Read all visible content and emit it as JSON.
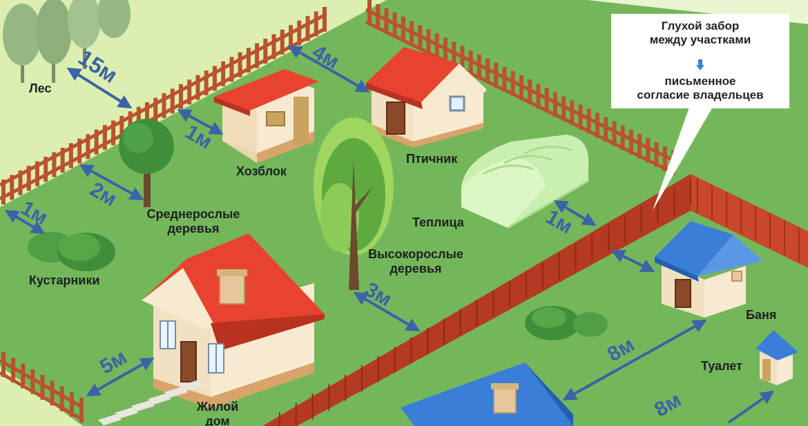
{
  "labels": {
    "forest": "Лес",
    "shed": "Хозблок",
    "poultry": "Птичник",
    "medium_trees": [
      "Среднерослые",
      "деревья"
    ],
    "tall_trees": [
      "Высокорослые",
      "деревья"
    ],
    "greenhouse": "Теплица",
    "shrubs": "Кустарники",
    "house": [
      "Жилой",
      "дом"
    ],
    "bath": "Баня",
    "toilet": "Туалет"
  },
  "distances": {
    "forest": "15м",
    "poultry": "4м",
    "shed": "1м",
    "medium_trees": "2м",
    "shrubs": "1м",
    "greenhouse": "1м",
    "tall_trees": "3м",
    "house": "5м",
    "bath_house": "8м",
    "toilet_house": "8м"
  },
  "note": {
    "line1": "Глухой забор",
    "line2": "между участками",
    "line3": "письменное",
    "line4": "согласие владельцев"
  },
  "colors": {
    "grass": "#74b75a",
    "field": "#dcefb0",
    "fence": "#b9532e",
    "solid_fence": "#b43a22",
    "roof_red": "#e8432e",
    "roof_blue": "#3a7ed8",
    "wall": "#f7ead0",
    "arrow": "#3b63a8"
  }
}
